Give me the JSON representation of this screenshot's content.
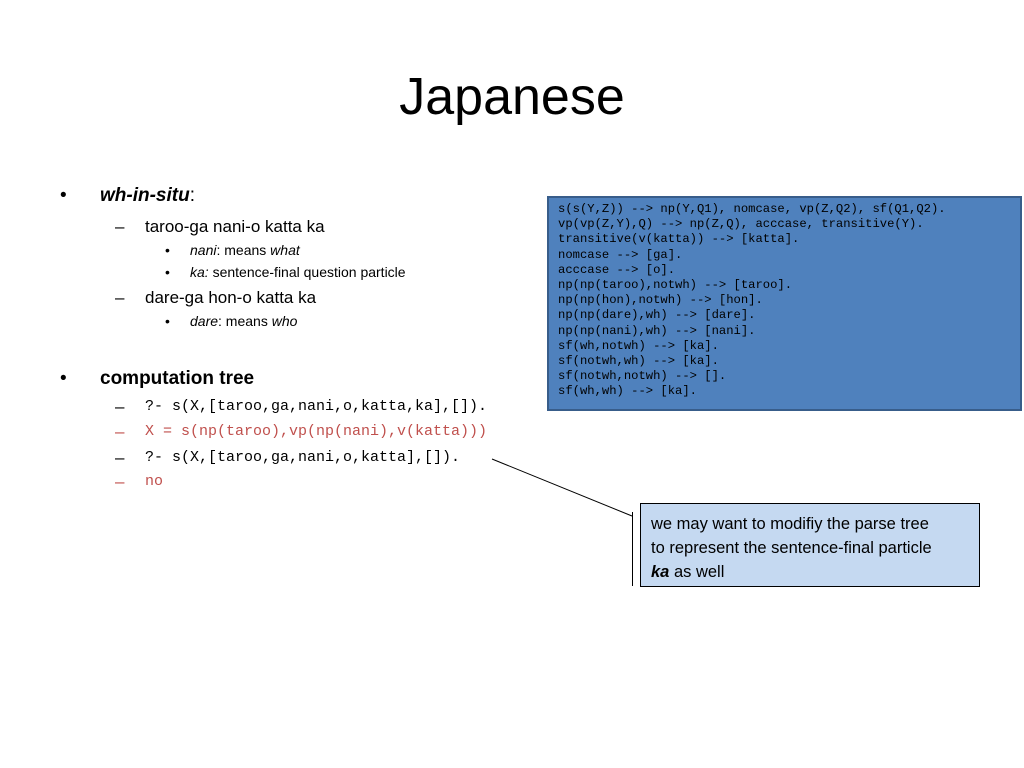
{
  "slide": {
    "title": "Japanese",
    "bullets": {
      "whinsitu": {
        "marker": "•",
        "label": "wh-in-situ",
        "colon": ":",
        "items": [
          {
            "dash": "–",
            "text": "taroo-ga nani-o katta ka",
            "subitems": [
              {
                "marker": "•",
                "term": "nani",
                "mid": ": means ",
                "value": "what"
              },
              {
                "marker": "•",
                "term": "ka:",
                "rest": " sentence-final question particle"
              }
            ]
          },
          {
            "dash": "–",
            "text": "dare-ga hon-o katta ka",
            "subitems": [
              {
                "marker": "•",
                "term": "dare",
                "mid": ": means ",
                "value": "who"
              }
            ]
          }
        ]
      },
      "computation": {
        "marker": "•",
        "label": "computation tree",
        "lines": [
          {
            "dash": "–",
            "text": "?- s(X,[taroo,ga,nani,o,katta,ka],[])."
          },
          {
            "dash": "–",
            "text": "X = s(np(taroo),vp(np(nani),v(katta)))"
          },
          {
            "dash": "–",
            "text": "?- s(X,[taroo,ga,nani,o,katta],[])."
          },
          {
            "dash": "–",
            "text": "no"
          }
        ]
      }
    },
    "code_box": {
      "lines": [
        "s(s(Y,Z)) --> np(Y,Q1), nomcase, vp(Z,Q2), sf(Q1,Q2).",
        "vp(vp(Z,Y),Q) --> np(Z,Q), acccase, transitive(Y).",
        "transitive(v(katta)) --> [katta].",
        "nomcase --> [ga].",
        "acccase --> [o].",
        "np(np(taroo),notwh) --> [taroo].",
        "np(np(hon),notwh) --> [hon].",
        "np(np(dare),wh) --> [dare].",
        "np(np(nani),wh) --> [nani].",
        "sf(wh,notwh) --> [ka].",
        "sf(notwh,wh) --> [ka].",
        "sf(notwh,notwh) --> [].",
        "sf(wh,wh) --> [ka]."
      ],
      "color": "#4f81bd"
    },
    "callout": {
      "line1": "we may want to modifiy the parse tree",
      "line2": "to represent the sentence-final particle",
      "emph": "ka",
      "line3_rest": " as well",
      "color": "#c5d9f1"
    },
    "colors": {
      "red_text": "#c0504d"
    }
  }
}
